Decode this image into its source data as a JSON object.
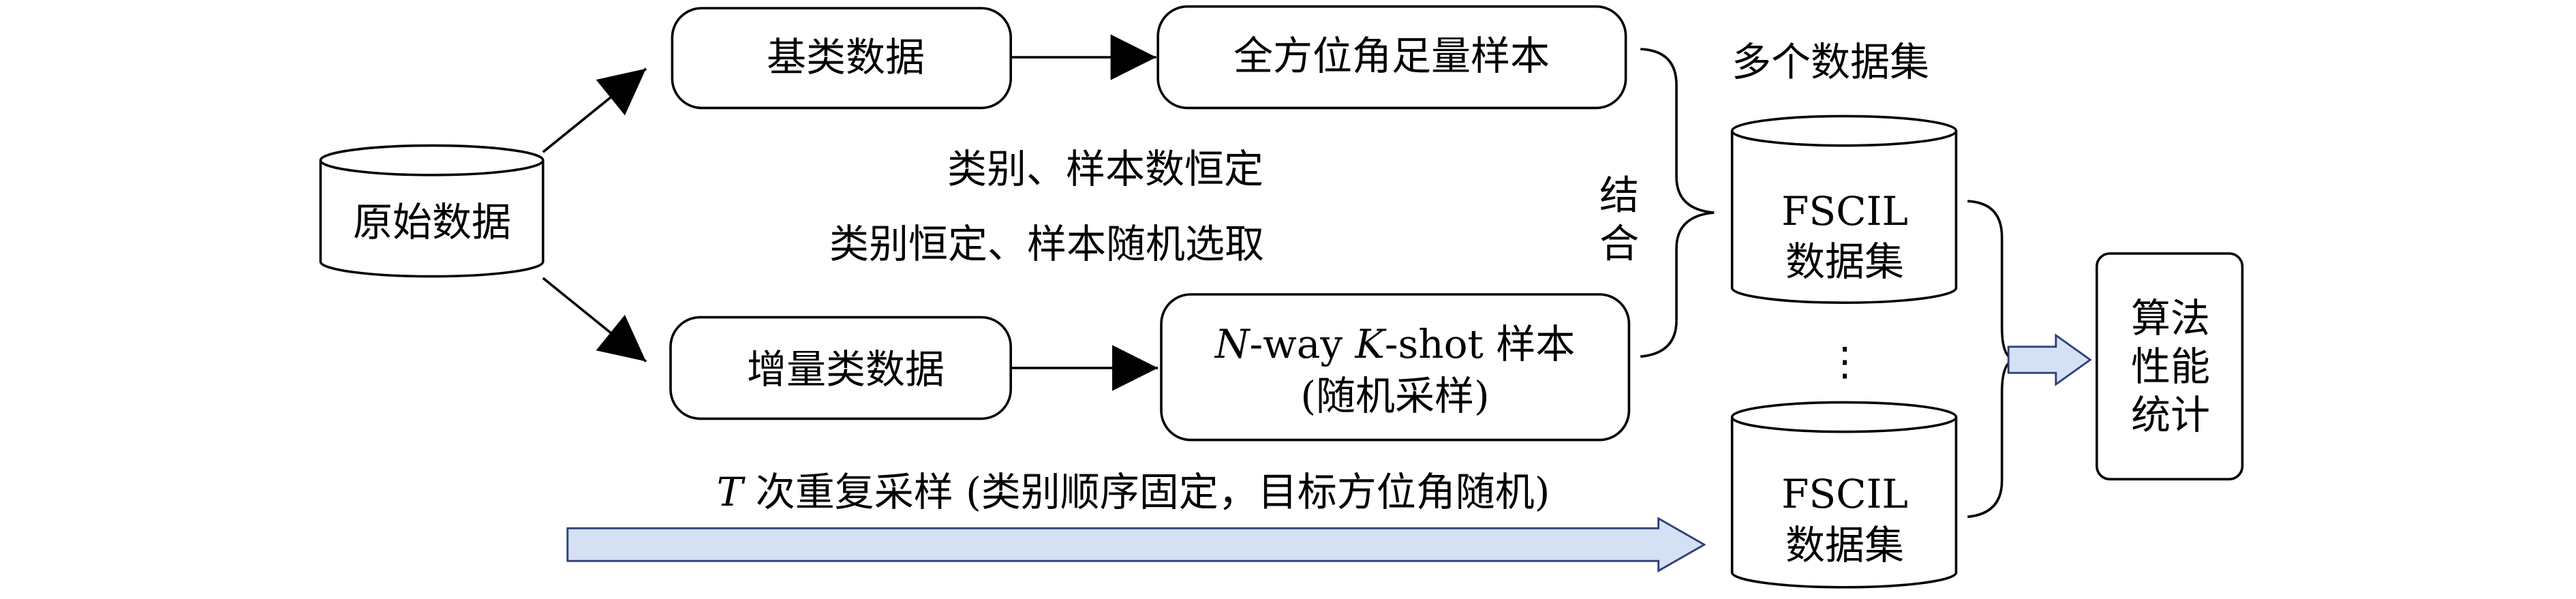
{
  "nodes": {
    "original": "原始数据",
    "base": "基类数据",
    "full_aspect": "全方位角足量样本",
    "incremental": "增量类数据",
    "nway_n": "N",
    "nway_way": "-way ",
    "nway_k": "K",
    "nway_rest": "-shot 样本",
    "nway_line2": "(随机采样)",
    "multi_datasets": "多个数据集",
    "db_top_line1": "FSCIL",
    "db_top_line2": "数据集",
    "db_bottom_line1": "FSCIL",
    "db_bottom_line2": "数据集",
    "vdots": "⋮",
    "algo": "算法\n性能\n统计"
  },
  "annotations": {
    "fixed_both": "类别、样本数恒定",
    "fixed_class_random_sample": "类别恒定、样本随机选取",
    "combine": "结\n合",
    "repeat_t": "T",
    "repeat_rest": " 次重复采样 (类别顺序固定，目标方位角随机)"
  },
  "colors": {
    "stroke": "#000000",
    "arrow_fill": "#d6e0f5",
    "arrow_stroke": "#2f3f7a"
  }
}
